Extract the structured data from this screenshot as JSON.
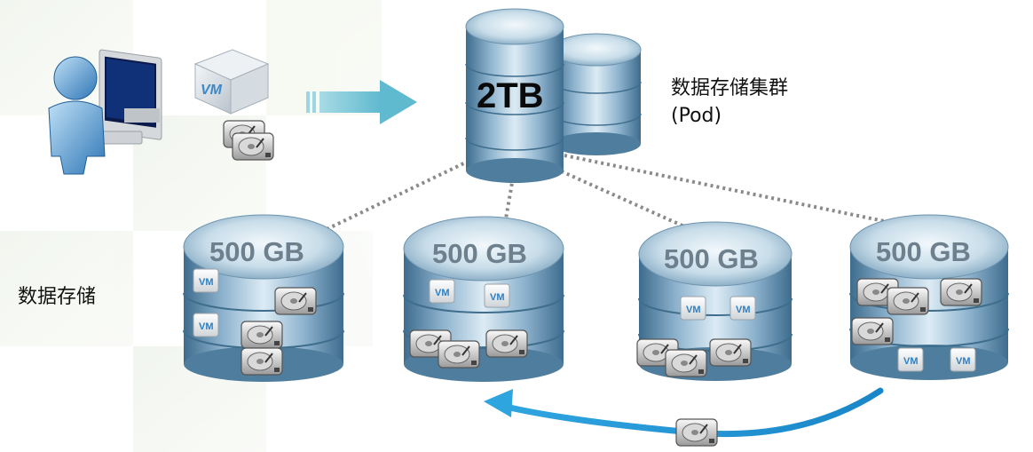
{
  "pod": {
    "capacity": "2TB",
    "label_line1": "数据存储集群",
    "label_line2": "(Pod)"
  },
  "datastore_label": "数据存储",
  "vm_badge": "VM",
  "datastores": [
    {
      "capacity": "500 GB"
    },
    {
      "capacity": "500 GB"
    },
    {
      "capacity": "500 GB"
    },
    {
      "capacity": "500 GB"
    }
  ],
  "icons": {
    "user": "user-computer-icon",
    "vm_box": "vm-box-icon",
    "disk": "hard-disk-icon",
    "arrow": "transfer-arrow-icon",
    "migration": "migration-arrow-icon"
  },
  "colors": {
    "cylinder_light": "#cfe2ee",
    "cylinder_dark": "#4f7d9d",
    "arrow_teal": "#7ec8d8",
    "migration_blue": "#1f90d0",
    "link_dots": "#8a8a8a"
  }
}
